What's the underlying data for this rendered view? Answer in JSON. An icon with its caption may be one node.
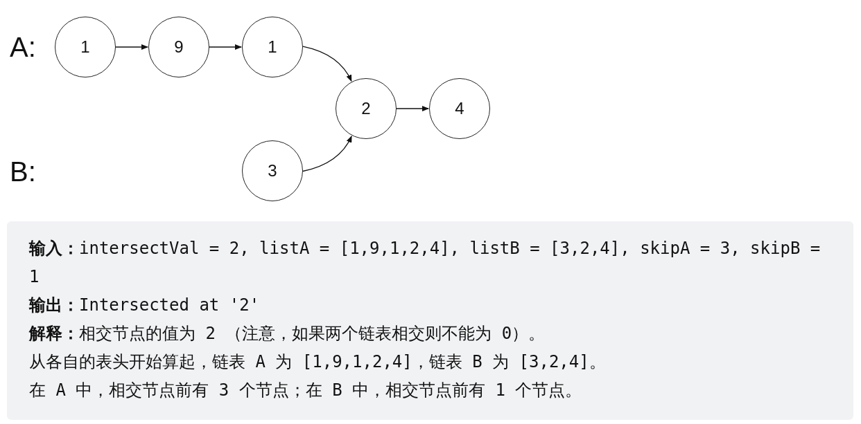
{
  "diagram": {
    "nodes": [
      {
        "text": [
          "1"
        ]
      },
      {
        "text": [
          "9"
        ]
      },
      {
        "text": [
          "1"
        ]
      },
      {
        "text": [
          "2"
        ]
      },
      {
        "text": [
          "4"
        ]
      },
      {
        "text": [
          "3"
        ]
      }
    ],
    "edges": [
      {
        "from": 0,
        "to": 1,
        "arrow": "to"
      },
      {
        "from": 1,
        "to": 2,
        "arrow": "to"
      },
      {
        "from": 2,
        "to": 3,
        "arrow": "to"
      },
      {
        "from": 3,
        "to": 4,
        "arrow": "to"
      },
      {
        "from": 5,
        "to": 3,
        "arrow": "to"
      }
    ],
    "labels": [
      "A:",
      "B:",
      "**输入：**intersectVal = 2, listA = [1,9,1,2,4], listB = [3,2,4], skipA = 3, skipB = 1",
      "**输出：**Intersected at '2'",
      "**解释：**相交节点的值为 2 （注意，如果两个链表相交则不能为 0）。",
      "从各自的表头开始算起，链表 A 为 [1,9,1,2,4]，链表 B 为 [3,2,4]。",
      "在 A 中，相交节点前有 3 个节点；在 B 中，相交节点前有 1 个节点。"
    ]
  }
}
